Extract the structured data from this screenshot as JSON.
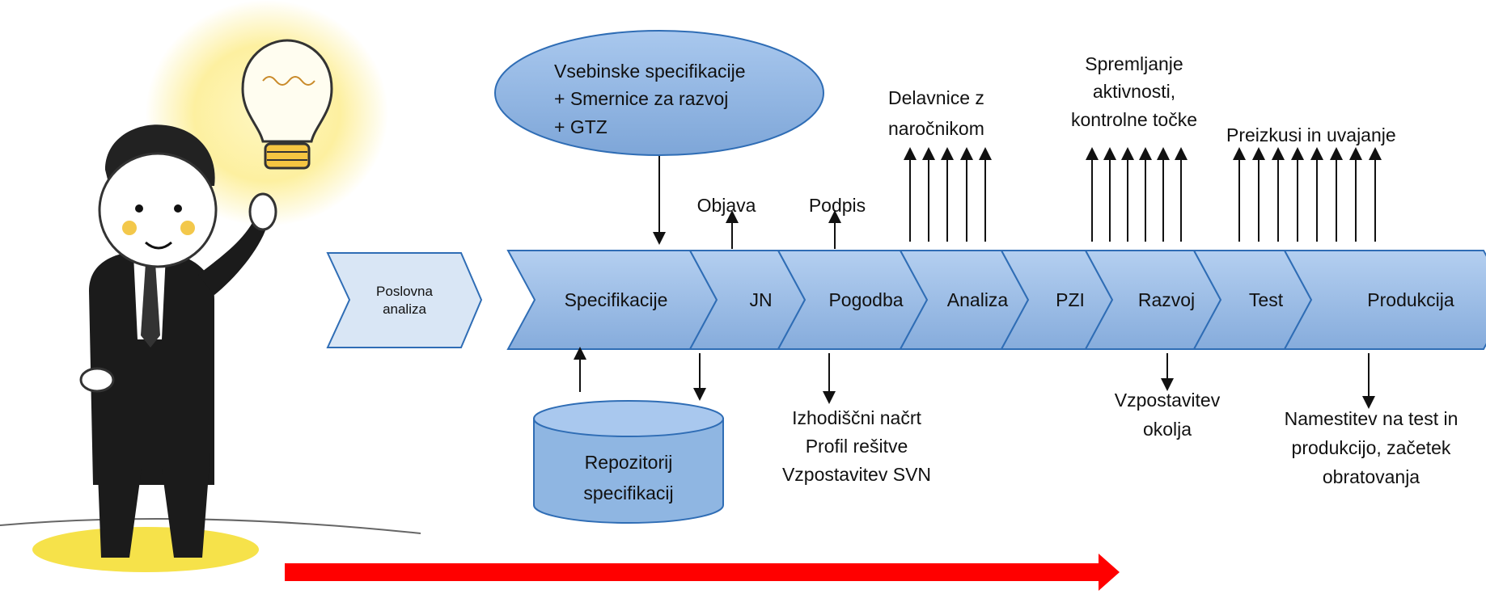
{
  "pre_stage": {
    "line1": "Poslovna",
    "line2": "analiza"
  },
  "stages": [
    {
      "key": "specifikacije",
      "label": "Specifikacije"
    },
    {
      "key": "jn",
      "label": "JN"
    },
    {
      "key": "pogodba",
      "label": "Pogodba"
    },
    {
      "key": "analiza",
      "label": "Analiza"
    },
    {
      "key": "pzi",
      "label": "PZI"
    },
    {
      "key": "razvoj",
      "label": "Razvoj"
    },
    {
      "key": "test",
      "label": "Test"
    },
    {
      "key": "produkcija",
      "label": "Produkcija"
    }
  ],
  "ellipse": {
    "line1": "Vsebinske specifikacije",
    "line2": "+ Smernice za razvoj",
    "line3": "+ GTZ"
  },
  "cylinder": {
    "line1": "Repozitorij",
    "line2": "specifikacij"
  },
  "above": {
    "objava": "Objava",
    "podpis": "Podpis",
    "delavnice": {
      "line1": "Delavnice  z",
      "line2": "naročnikom"
    },
    "spremljanje": {
      "line1": "Spremljanje",
      "line2": "aktivnosti,",
      "line3": "kontrolne točke"
    },
    "preizkusi": "Preizkusi in uvajanje"
  },
  "below": {
    "pogodba_out": {
      "line1": "Izhodiščni načrt",
      "line2": "Profil rešitve",
      "line3": "Vzpostavitev SVN"
    },
    "razvoj_out": {
      "line1": "Vzpostavitev",
      "line2": "okolja"
    },
    "produkcija_out": {
      "line1": "Namestitev na test in",
      "line2": "produkcijo, začetek",
      "line3": "obratovanja"
    }
  },
  "colors": {
    "chevron_fill": "#8fb6e2",
    "chevron_stroke": "#2f6db5",
    "pre_stage_fill": "#d9e6f5",
    "timeline_arrow": "#ff0000",
    "glow": "#fdf2a6"
  },
  "illustration": {
    "character": "businessman-with-idea-illustration",
    "bulb": "lightbulb-icon"
  }
}
